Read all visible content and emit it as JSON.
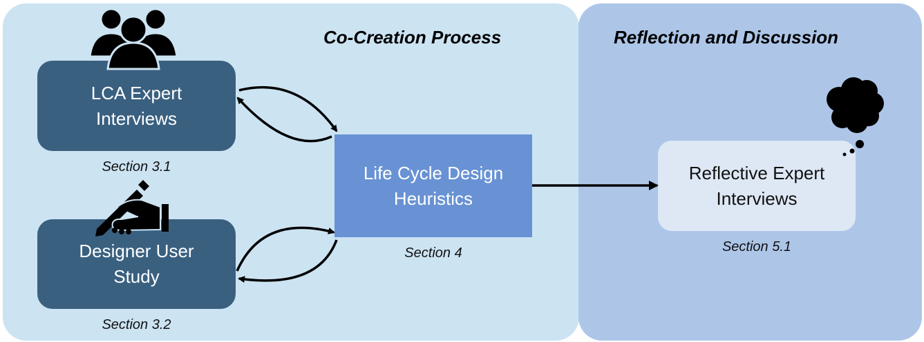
{
  "panels": {
    "left": {
      "title": "Co-Creation Process",
      "color": "#cce3f2"
    },
    "right": {
      "title": "Reflection and Discussion",
      "color": "#adc6e8"
    }
  },
  "nodes": {
    "lca": {
      "line1": "LCA Expert",
      "line2": "Interviews",
      "caption": "Section 3.1",
      "icon": "people-group-icon",
      "color": "#3a6080"
    },
    "designer": {
      "line1": "Designer User",
      "line2": "Study",
      "caption": "Section 3.2",
      "icon": "hand-writing-pencil-icon",
      "color": "#3a6080"
    },
    "heuristics": {
      "line1": "Life Cycle Design",
      "line2": "Heuristics",
      "caption": "Section 4",
      "color": "#6892d4"
    },
    "reflective": {
      "line1": "Reflective Expert",
      "line2": "Interviews",
      "caption": "Section 5.1",
      "icon": "thought-cloud-icon",
      "color": "#dee8f5"
    }
  },
  "edges": [
    {
      "from": "lca",
      "to": "heuristics",
      "type": "bidirectional-curved"
    },
    {
      "from": "designer",
      "to": "heuristics",
      "type": "bidirectional-curved"
    },
    {
      "from": "heuristics",
      "to": "reflective",
      "type": "straight-arrow"
    }
  ]
}
